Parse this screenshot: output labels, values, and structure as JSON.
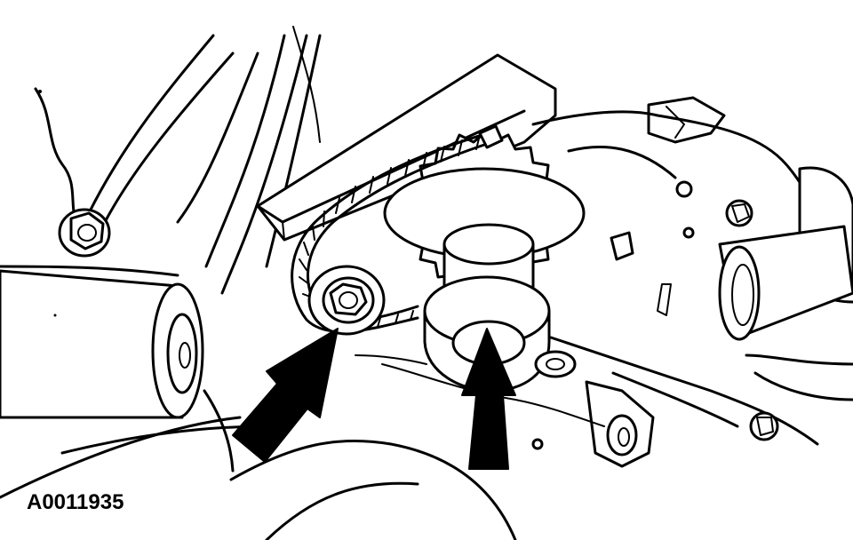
{
  "figure": {
    "id_label": "A0011935",
    "callouts": [
      {
        "target": "bolt",
        "arrow": "arrow-left"
      },
      {
        "target": "crankshaft-sprocket-hub",
        "arrow": "arrow-right"
      }
    ],
    "colors": {
      "ink": "#000000",
      "paper": "#ffffff"
    }
  }
}
